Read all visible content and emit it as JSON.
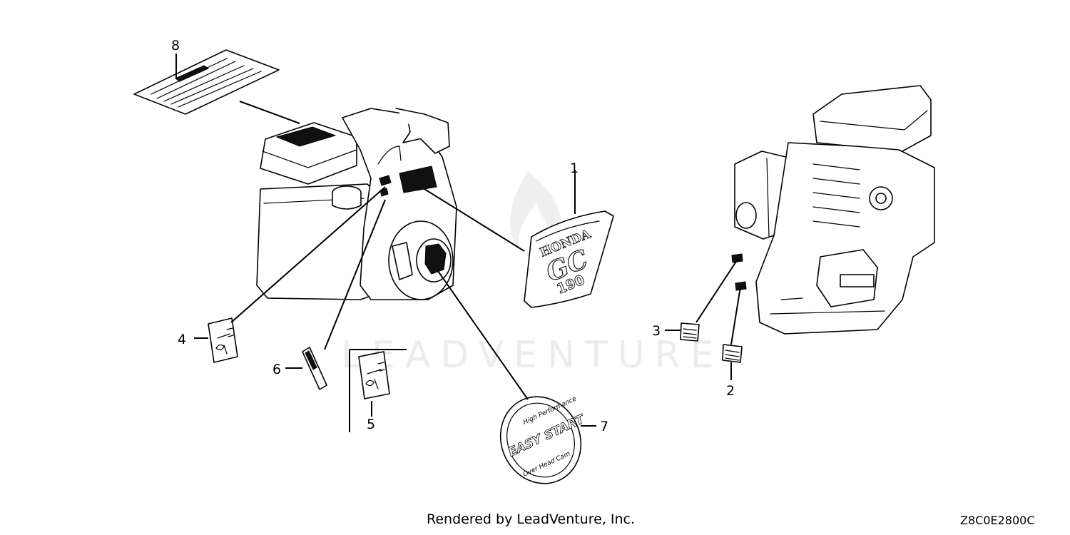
{
  "watermark": {
    "text": "LEADVENTURE"
  },
  "callouts": [
    {
      "id": "1",
      "label": "1"
    },
    {
      "id": "2",
      "label": "2"
    },
    {
      "id": "3",
      "label": "3"
    },
    {
      "id": "4",
      "label": "4"
    },
    {
      "id": "5",
      "label": "5"
    },
    {
      "id": "6",
      "label": "6"
    },
    {
      "id": "7",
      "label": "7"
    },
    {
      "id": "8",
      "label": "8"
    }
  ],
  "emblem": {
    "brand": "HONDA",
    "model": "GC",
    "number": "190"
  },
  "easy_start": {
    "top": "High Performance",
    "center": "EASY START",
    "bottom": "Over Head Cam"
  },
  "footer": {
    "rendered_by": "Rendered by LeadVenture, Inc.",
    "code": "Z8C0E2800C"
  }
}
